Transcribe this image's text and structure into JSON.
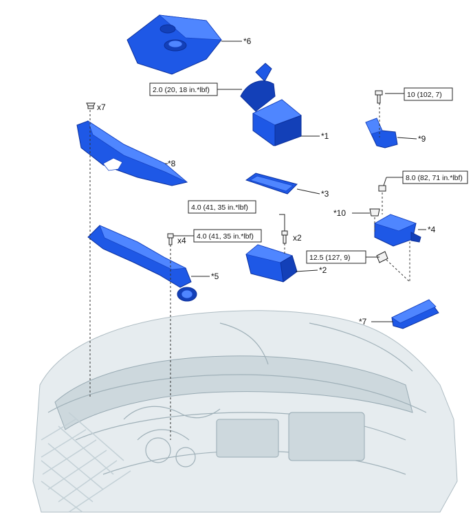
{
  "parts": [
    {
      "id": "p1",
      "label": "*1"
    },
    {
      "id": "p2",
      "label": "*2"
    },
    {
      "id": "p3",
      "label": "*3"
    },
    {
      "id": "p4",
      "label": "*4"
    },
    {
      "id": "p5",
      "label": "*5"
    },
    {
      "id": "p6",
      "label": "*6"
    },
    {
      "id": "p7",
      "label": "*7"
    },
    {
      "id": "p8",
      "label": "*8"
    },
    {
      "id": "p9",
      "label": "*9"
    },
    {
      "id": "p10",
      "label": "*10"
    }
  ],
  "torques": [
    {
      "id": "t1",
      "text": "2.0 (20, 18 in.*lbf)"
    },
    {
      "id": "t2",
      "text": "10 (102, 7)"
    },
    {
      "id": "t3",
      "text": "8.0 (82, 71 in.*lbf)"
    },
    {
      "id": "t4",
      "text": "4.0 (41, 35 in.*lbf)"
    },
    {
      "id": "t5",
      "text": "4.0 (41, 35 in.*lbf)"
    },
    {
      "id": "t6",
      "text": "12.5 (127, 9)"
    }
  ],
  "quantities": [
    {
      "id": "q1",
      "text": "x7"
    },
    {
      "id": "q2",
      "text": "x4"
    },
    {
      "id": "q3",
      "text": "x2"
    }
  ],
  "colors": {
    "part_fill": "#1e58e6",
    "part_outline": "#0b2f9a",
    "engine_fill": "#e6ecef"
  }
}
